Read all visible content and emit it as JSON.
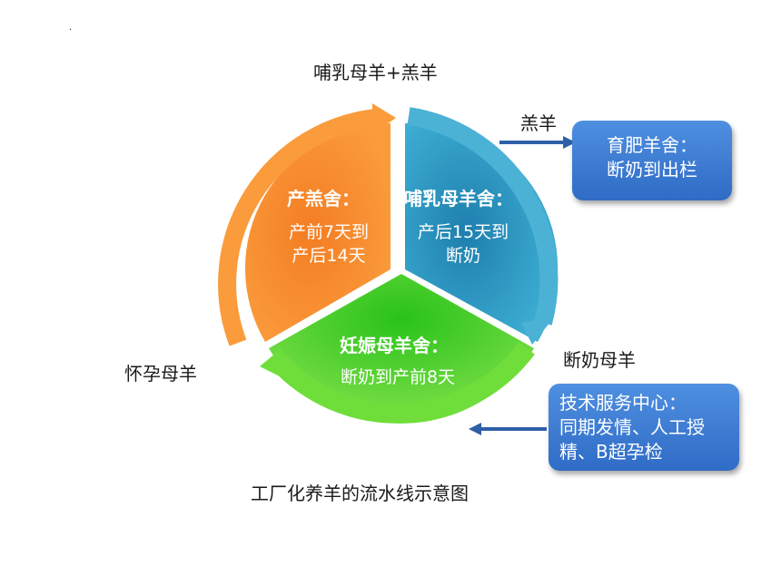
{
  "top_label": "哺乳母羊+羔羊",
  "lamb_label": "羔羊",
  "weaned_label": "断奶母羊",
  "pregnant_label": "怀孕母羊",
  "caption": "工厂化养羊的流水线示意图",
  "tiny_mark": "·",
  "segments": {
    "lambing": {
      "title": "产羔舍：",
      "line1": "产前7天到",
      "line2": "产后14天",
      "color": "#f7902a"
    },
    "nursing": {
      "title": "哺乳母羊舍：",
      "line1": "产后15天到",
      "line2": "断奶",
      "color": "#2e9cc2"
    },
    "pregnancy": {
      "title": "妊娠母羊舍：",
      "line1": "断奶到产前8天",
      "color": "#4ed21e"
    }
  },
  "fattening_box": {
    "line1": "育肥羊舍：",
    "line2": "断奶到出栏"
  },
  "tech_box": {
    "line1": "技术服务中心：",
    "line2": "同期发情、人工授",
    "line3": "精、B超孕检"
  },
  "colors": {
    "box_blue": "#3a78d6",
    "arrow_blue": "#2f5fa8",
    "text": "#1a1a1a"
  }
}
